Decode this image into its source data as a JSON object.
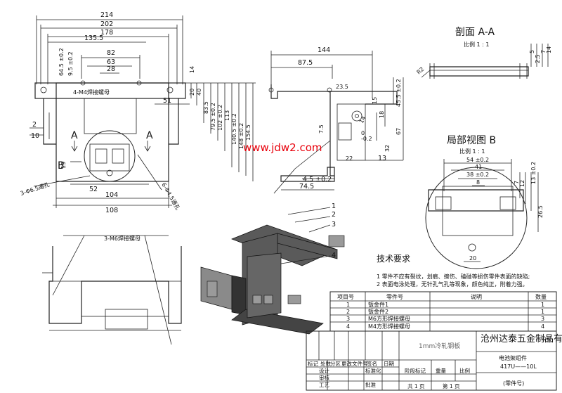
{
  "front_view": {
    "top_dims": [
      "214",
      "202",
      "178",
      "135.5",
      "82",
      "63",
      "28"
    ],
    "left_dims": [
      "64.5 ±0.2",
      "9.5 ±0.2"
    ],
    "right_dims": [
      "14",
      "20",
      "40",
      "83.5",
      "79.5 ±0.2",
      "102 ±0.2",
      "113",
      "140.5 ±0.2",
      "148 ±0.2",
      "154.5"
    ],
    "inner_dims": [
      "51"
    ],
    "side_dims": [
      "2",
      "10",
      "19",
      "52",
      "104",
      "108"
    ],
    "section_marker": "A",
    "detail_marker": "B",
    "labels": {
      "m4_nut": "4-M4焊接螺母",
      "hole_65": "3-Φ6.5通孔",
      "hole_45": "6-Φ4.5通孔",
      "m6_nut": "3-M6焊接螺母"
    }
  },
  "side_view": {
    "dims": [
      "144",
      "87.5",
      "23.5",
      "15",
      "18",
      "45.5 ±0.2",
      "7.5",
      "14",
      "67",
      "32",
      "22",
      "13",
      "4.5 ±0.2",
      "74.5"
    ],
    "tolerances": [
      "0",
      "-0.2"
    ]
  },
  "section_aa": {
    "title": "剖面 A-A",
    "scale": "比例 1 : 1",
    "dims": [
      "R2",
      "5",
      "2.5",
      "7",
      "14"
    ]
  },
  "detail_b": {
    "title": "局部视图 B",
    "scale": "比例 1 : 1",
    "dims": [
      "54 ±0.2",
      "41",
      "38 ±0.2",
      "8",
      "7",
      "12",
      "13 ±0.2",
      "26.5",
      "20"
    ]
  },
  "watermark": "www.jdw2.com",
  "balloons": [
    "1",
    "2",
    "3",
    "4"
  ],
  "tech_requirements": {
    "title": "技术要求",
    "items": [
      "1 零件不应有裂纹，划痕、擦伤、磕碰等损伤零件表面的缺陷;",
      "2 表面电泳处理，无针孔气孔等现象，颜色纯正，附着力强。"
    ]
  },
  "bom": {
    "headers": [
      "项目号",
      "零件号",
      "说明",
      "数量"
    ],
    "rows": [
      [
        "1",
        "钣金件1",
        "",
        "1"
      ],
      [
        "2",
        "钣金件2",
        "",
        "1"
      ],
      [
        "3",
        "M6方形焊接螺母",
        "",
        "3"
      ],
      [
        "4",
        "M4方形焊接螺母",
        "",
        "4"
      ]
    ]
  },
  "title_block": {
    "company": "沧州达泰五金制品有限公司",
    "company_suffix": "公司",
    "material": "1mm冷轧钢板",
    "part_name": "电池架组件",
    "drawing_no": "417U——10L",
    "part_no_label": "(零件号)",
    "cells": [
      "标记",
      "处数",
      "分区",
      "更改文件号",
      "签名",
      "日期",
      "设计",
      "标准化",
      "阶段标记",
      "重量",
      "比例",
      "审核",
      "工艺",
      "批准",
      "共 1 页",
      "第 1 页"
    ]
  }
}
